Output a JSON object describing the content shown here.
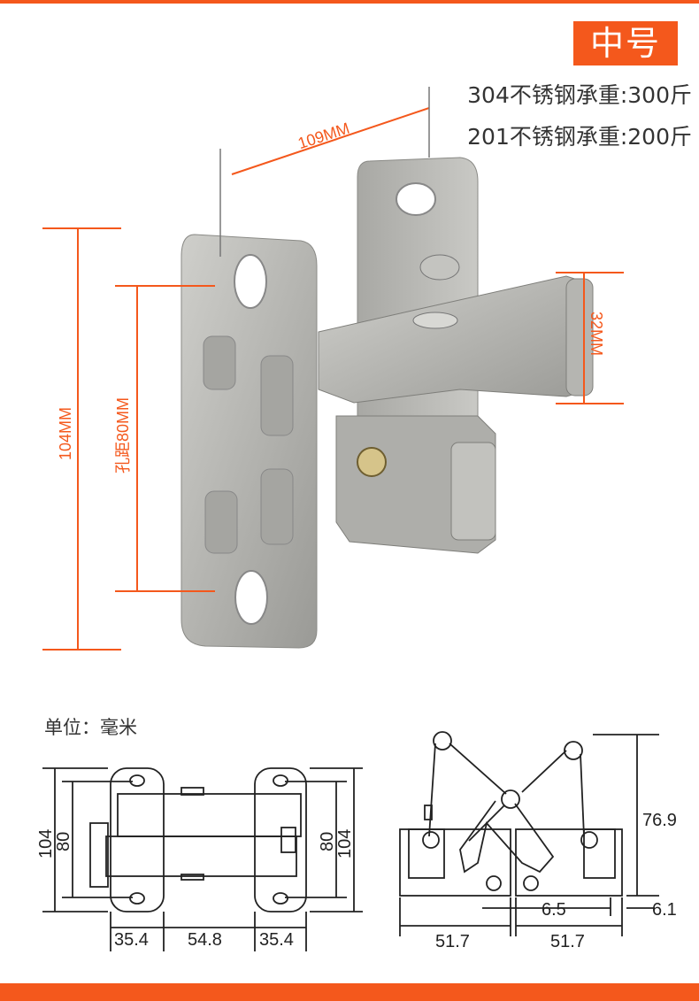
{
  "header": {
    "size_badge": "中号"
  },
  "specs": [
    {
      "text": "304不锈钢承重:300斤"
    },
    {
      "text": "201不锈钢承重:200斤"
    }
  ],
  "photo_dims": {
    "width": "109MM",
    "height": "104MM",
    "hole_spacing": "孔距80MM",
    "arm_width": "32MM"
  },
  "drawing": {
    "unit": "单位：毫米",
    "front": {
      "left_height": "104",
      "left_hole": "80",
      "right_hole": "80",
      "right_height": "104",
      "bottom_left": "35.4",
      "bottom_mid": "54.8",
      "bottom_right": "35.4"
    },
    "side": {
      "height": "76.9",
      "left_width": "51.7",
      "right_width": "51.7",
      "offset": "6.5",
      "edge": "6.1"
    }
  },
  "colors": {
    "accent": "#f4581c",
    "metal": "#b8b8b4",
    "line": "#222222"
  }
}
